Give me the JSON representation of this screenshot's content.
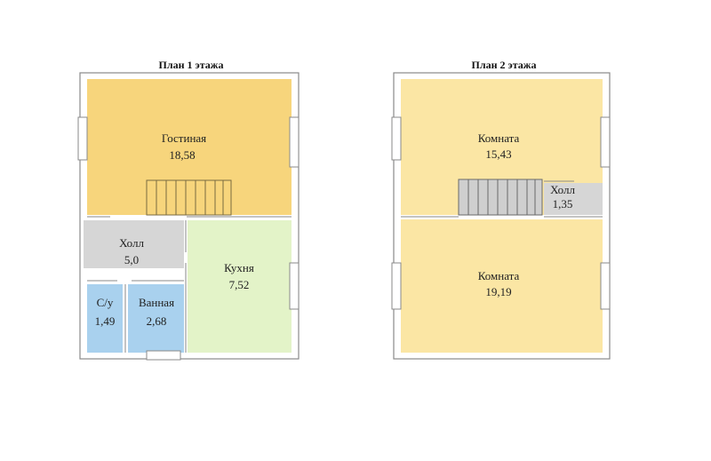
{
  "floor1": {
    "title": "План 1 этажа",
    "rooms": {
      "living": {
        "name": "Гостиная",
        "area": "18,58"
      },
      "hall": {
        "name": "Холл",
        "area": "5,0"
      },
      "kitchen": {
        "name": "Кухня",
        "area": "7,52"
      },
      "wc": {
        "name": "С/у",
        "area": "1,49"
      },
      "bathroom": {
        "name": "Ванная",
        "area": "2,68"
      }
    }
  },
  "floor2": {
    "title": "План 2 этажа",
    "rooms": {
      "room_top": {
        "name": "Комната",
        "area": "15,43"
      },
      "hall": {
        "name": "Холл",
        "area": "1,35"
      },
      "room_bottom": {
        "name": "Комната",
        "area": "19,19"
      }
    }
  },
  "colors": {
    "living": "#f7d57c",
    "hall": "#d6d6d6",
    "kitchen": "#e3f3c8",
    "bath": "#a9d1ee",
    "upper_rooms": "#fbe6a4",
    "walls": "#ffffff",
    "outline": "#8a8a8a"
  }
}
